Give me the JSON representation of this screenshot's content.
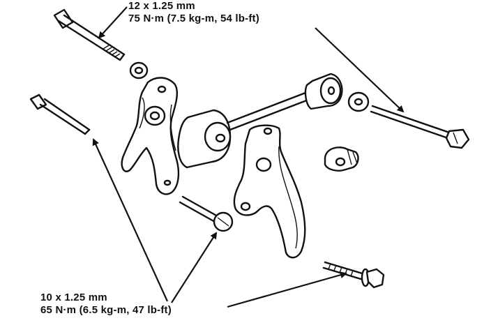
{
  "callouts": {
    "top": {
      "size": "12 x 1.25 mm",
      "torque": "75 N·m (7.5 kg-m, 54 lb-ft)"
    },
    "bottom": {
      "size": "10 x 1.25 mm",
      "torque": "65 N·m (6.5 kg-m, 47 lb-ft)"
    }
  }
}
